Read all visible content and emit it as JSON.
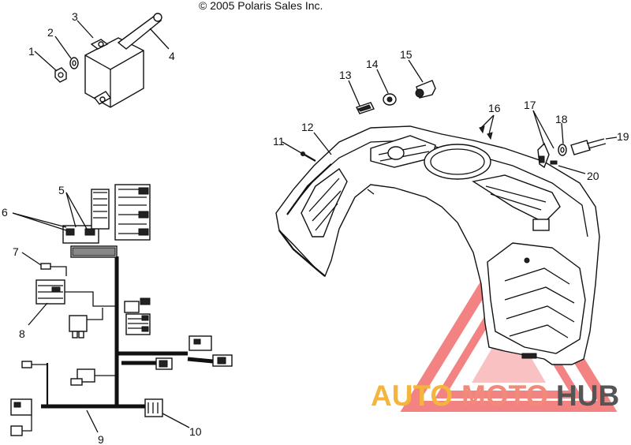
{
  "copyright": "© 2005 Polaris Sales Inc.",
  "callouts": [
    "1",
    "2",
    "3",
    "4",
    "5",
    "6",
    "7",
    "8",
    "9",
    "10",
    "11",
    "12",
    "13",
    "14",
    "15",
    "16",
    "17",
    "18",
    "19",
    "20"
  ],
  "watermark": {
    "left": "AUTO",
    "middle": "MOTO",
    "right": "HUB",
    "colors": {
      "left": "#f5b53c",
      "middle": "#f28a7a",
      "right": "#555555",
      "triangle": "#f05a5a"
    }
  }
}
